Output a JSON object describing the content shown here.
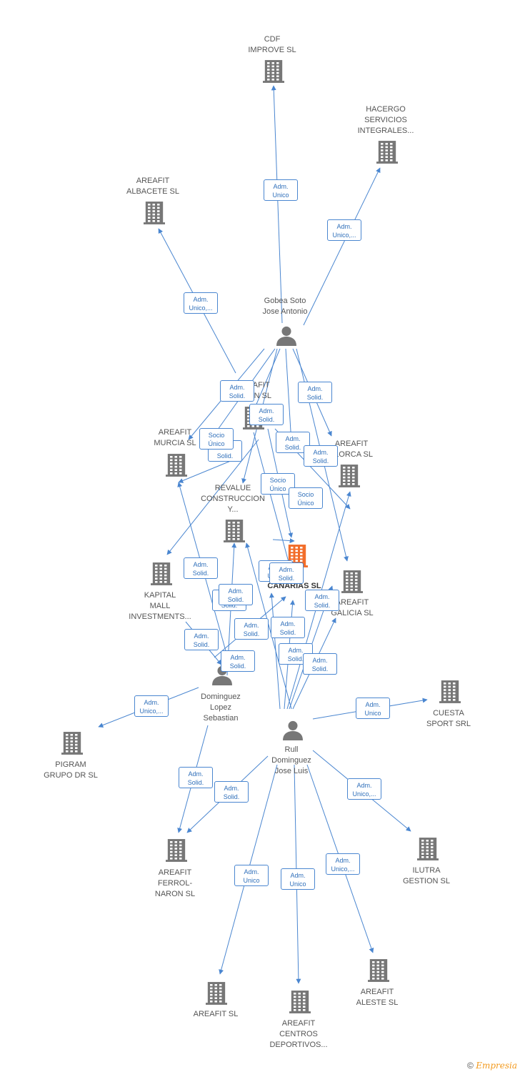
{
  "colors": {
    "edge": "#4a86d0",
    "company_icon": "#777777",
    "center_icon": "#f26d2a",
    "person_icon": "#777777"
  },
  "nodes": [
    {
      "id": "cdf",
      "type": "company",
      "label": "CDF\nIMPROVE  SL"
    },
    {
      "id": "hacergo",
      "type": "company",
      "label": "HACERGO\nSERVICIOS\nINTEGRALES..."
    },
    {
      "id": "albacete",
      "type": "company",
      "label": "AREAFIT\nALBACETE  SL"
    },
    {
      "id": "gobea",
      "type": "person",
      "label": "Gobea  Soto\nJose Antonio"
    },
    {
      "id": "murcia",
      "type": "company",
      "label": "AREAFIT\nMURCIA  SL"
    },
    {
      "id": "expansion",
      "type": "company",
      "label": "EAFIT\nION  SL"
    },
    {
      "id": "mallorca",
      "type": "company",
      "label": "AREAFIT\nLLORCA  SL"
    },
    {
      "id": "revalue",
      "type": "company",
      "label": "REVALUE\nCONSTRUCCION\nY..."
    },
    {
      "id": "canarias",
      "type": "center",
      "label": "AFIT\nCANARIAS  SL"
    },
    {
      "id": "kapital",
      "type": "company",
      "label": "KAPITAL\nMALL\nINVESTMENTS..."
    },
    {
      "id": "galicia",
      "type": "company",
      "label": "AREAFIT\nGALICIA  SL"
    },
    {
      "id": "dominguez",
      "type": "person",
      "label": "Dominguez\nLopez\nSebastian"
    },
    {
      "id": "cuesta",
      "type": "company",
      "label": "CUESTA\nSPORT SRL"
    },
    {
      "id": "rull",
      "type": "person",
      "label": "Rull\nDominguez\nJose Luis"
    },
    {
      "id": "pigram",
      "type": "company",
      "label": "PIGRAM\nGRUPO DR  SL"
    },
    {
      "id": "ferrol",
      "type": "company",
      "label": "AREAFIT\nFERROL-\nNARON  SL"
    },
    {
      "id": "ilutra",
      "type": "company",
      "label": "ILUTRA\nGESTION  SL"
    },
    {
      "id": "areafit",
      "type": "company",
      "label": "AREAFIT  SL"
    },
    {
      "id": "centros",
      "type": "company",
      "label": "AREAFIT\nCENTROS\nDEPORTIVOS..."
    },
    {
      "id": "aleste",
      "type": "company",
      "label": "AREAFIT\nALESTE  SL"
    }
  ],
  "edge_labels": [
    "Adm.\nUnico",
    "Adm.\nUnico,...",
    "Adm.\nUnico,...",
    "Adm.\nSolid.",
    "Adm.\nSolid.",
    "Adm.\nSolid.",
    "Socio\nÚnico",
    "Adm.\nSolid.",
    "Adm.\nSolid.",
    "Adm.\nSolid.",
    "Socio\nÚnico",
    "Socio\nÚnico",
    "Adm.\nSolid.",
    "Adm.\nSolid.",
    "Adm.\nSolid.",
    "Adm.\nUnico",
    "Adm.\nSolid.",
    "Adm.\nSolid.",
    "Adm.\nSolid.",
    "Adm.\nSolid.",
    "Adm.\nSolid.",
    "Adm.\nSolid.",
    "Adm.\nSolid.",
    "Adm.\nSolid.",
    "Adm.\nSolid.",
    "Adm.\nSolid.",
    "Adm.\nUnico,...",
    "Adm.\nUnico",
    "Adm.\nSolid.",
    "Adm.\nSolid.",
    "Adm.\nUnico,...",
    "Adm.\nUnico",
    "Adm.\nUnico",
    "Adm.\nUnico,..."
  ],
  "footer": {
    "copyright": "©",
    "brand": "Empresia"
  }
}
